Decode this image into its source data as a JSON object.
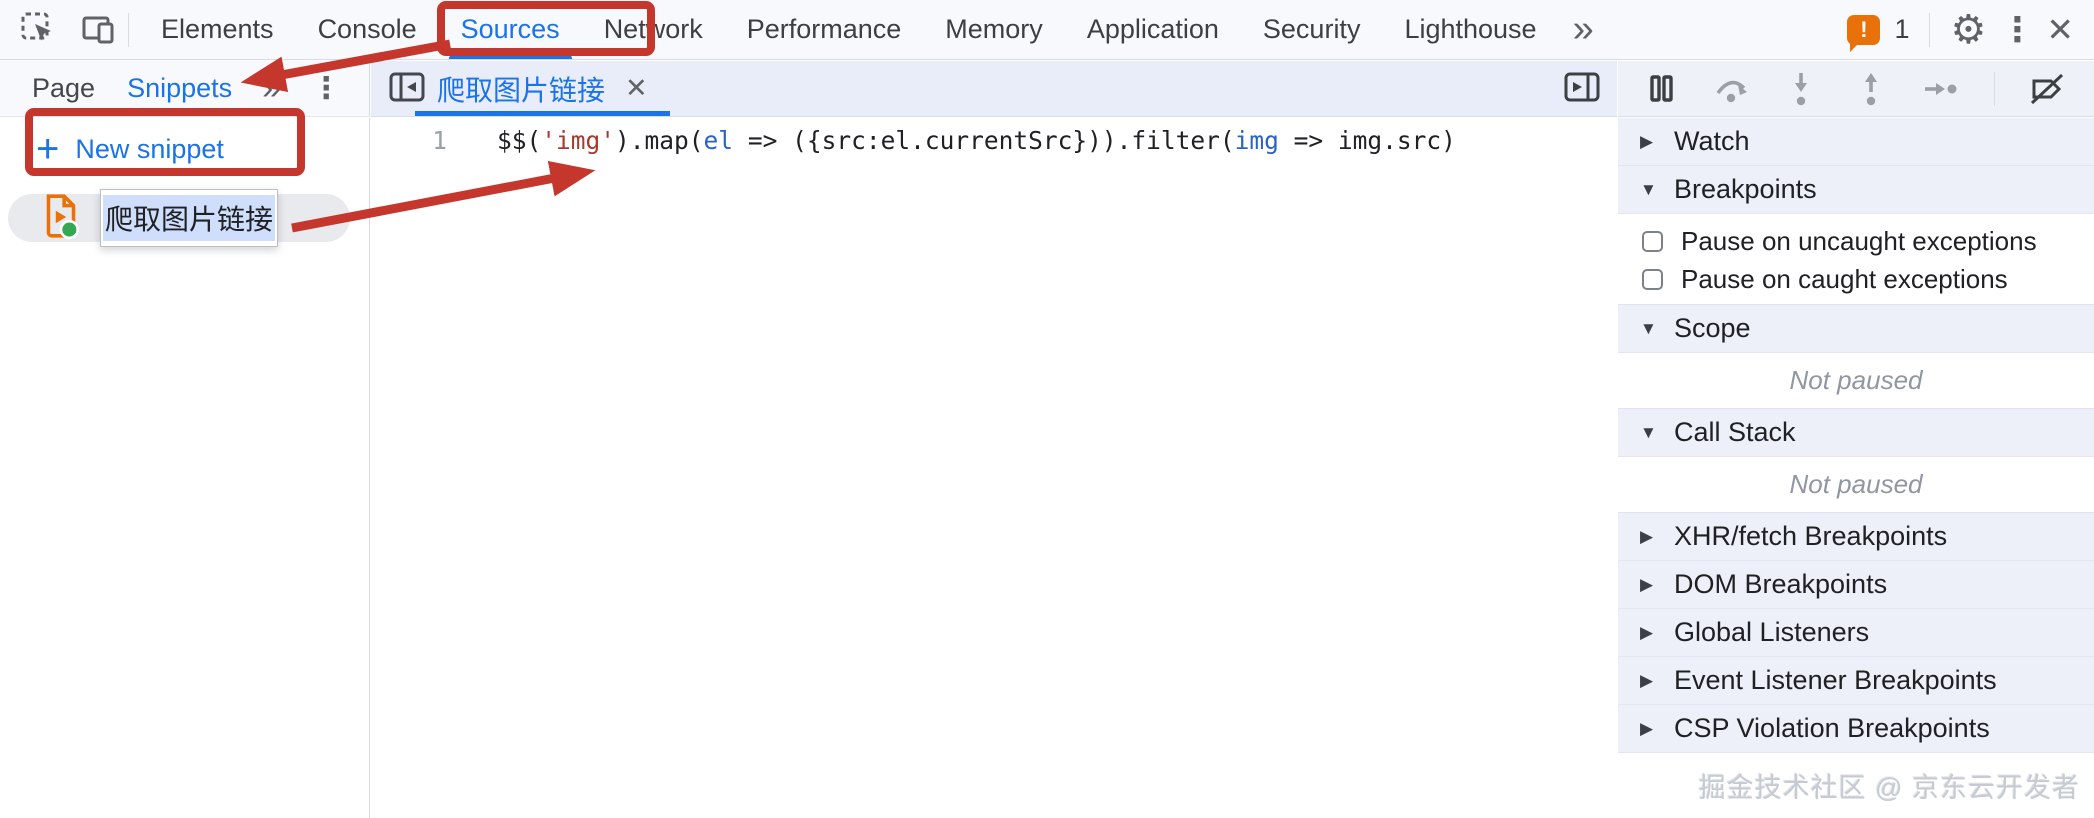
{
  "topbar": {
    "tabs": [
      {
        "label": "Elements",
        "active": false
      },
      {
        "label": "Console",
        "active": false
      },
      {
        "label": "Sources",
        "active": true
      },
      {
        "label": "Network",
        "active": false
      },
      {
        "label": "Performance",
        "active": false
      },
      {
        "label": "Memory",
        "active": false
      },
      {
        "label": "Application",
        "active": false
      },
      {
        "label": "Security",
        "active": false
      },
      {
        "label": "Lighthouse",
        "active": false
      }
    ],
    "more_tabs": "»",
    "error_badge": {
      "glyph": "!",
      "count": "1"
    },
    "settings_glyph": "⚙",
    "menu_glyph": "⋮",
    "close_glyph": "✕"
  },
  "sidebar": {
    "tabs": [
      {
        "label": "Page",
        "active": false
      },
      {
        "label": "Snippets",
        "active": true
      }
    ],
    "more": "»",
    "menu_glyph": "⋮",
    "new_snippet": {
      "plus": "+",
      "label": "New snippet"
    },
    "snippet_name": "爬取图片链接"
  },
  "editor": {
    "tab_label": "爬取图片链接",
    "tab_close_glyph": "✕",
    "line_number": "1",
    "code_tokens": [
      {
        "text": "$$(",
        "type": "plain"
      },
      {
        "text": "'img'",
        "type": "string"
      },
      {
        "text": ").map(",
        "type": "plain"
      },
      {
        "text": "el",
        "type": "def"
      },
      {
        "text": " => ({src:el.currentSrc})).filter(",
        "type": "plain"
      },
      {
        "text": "img",
        "type": "def"
      },
      {
        "text": " => img.src)",
        "type": "plain"
      }
    ]
  },
  "debugger": {
    "sections": [
      {
        "label": "Watch",
        "expanded": false,
        "content": null
      },
      {
        "label": "Breakpoints",
        "expanded": true,
        "content": "checkboxes"
      },
      {
        "label": "Scope",
        "expanded": true,
        "content": "not_paused"
      },
      {
        "label": "Call Stack",
        "expanded": true,
        "content": "not_paused"
      },
      {
        "label": "XHR/fetch Breakpoints",
        "expanded": false,
        "content": null
      },
      {
        "label": "DOM Breakpoints",
        "expanded": false,
        "content": null
      },
      {
        "label": "Global Listeners",
        "expanded": false,
        "content": null
      },
      {
        "label": "Event Listener Breakpoints",
        "expanded": false,
        "content": null
      },
      {
        "label": "CSP Violation Breakpoints",
        "expanded": false,
        "content": null
      }
    ],
    "checkboxes": [
      {
        "label": "Pause on uncaught exceptions",
        "checked": false
      },
      {
        "label": "Pause on caught exceptions",
        "checked": false
      }
    ],
    "not_paused_text": "Not paused"
  },
  "watermark": "掘金技术社区 @ 京东云开发者",
  "colors": {
    "accent": "#1a73e8",
    "annotation_red": "#c5372c",
    "badge_orange": "#e8710a",
    "code_string": "#a83a2e",
    "code_param": "#2a62c9",
    "snippet_icon_orange": "#e8710a",
    "snippet_run_green": "#34a853"
  }
}
